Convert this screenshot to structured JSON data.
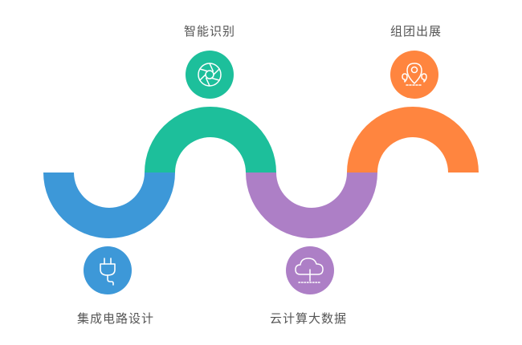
{
  "nodes": [
    {
      "label": "集成电路设计",
      "icon": "plug-icon",
      "color": "#3d98d8"
    },
    {
      "label": "智能识别",
      "icon": "aperture-icon",
      "color": "#1dbf9b"
    },
    {
      "label": "云计算大数据",
      "icon": "cloud-icon",
      "color": "#ad7fc6"
    },
    {
      "label": "组团出展",
      "icon": "location-pin-icon",
      "color": "#ff853f"
    }
  ]
}
